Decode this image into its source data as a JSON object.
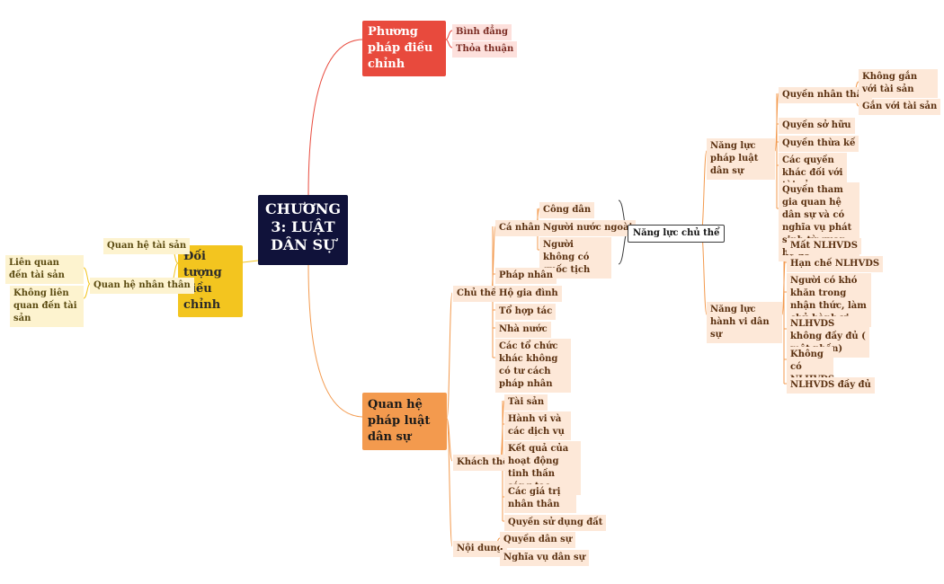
{
  "root": "CHƯƠNG 3: LUẬT DÂN SỰ",
  "phuong_phap": {
    "label": "Phương pháp điều chỉnh",
    "items": [
      "Bình đẳng",
      "Thỏa thuận"
    ]
  },
  "doi_tuong": {
    "label": "Đối tượng điều chỉnh",
    "tai_san": "Quan hệ tài sản",
    "nhan_than": "Quan hệ nhân thân",
    "nhan_than_children": [
      "Liên quan đến tài sản",
      "Không liên quan đến tài sản"
    ]
  },
  "quan_he": {
    "label": "Quan hệ pháp luật dân sự",
    "chu_the": {
      "label": "Chủ thể",
      "ca_nhan": "Cá nhân",
      "ca_nhan_children": [
        "Công dân",
        "Người nước ngoài",
        "Người không có quốc tịch"
      ],
      "others": [
        "Pháp nhân",
        "Hộ gia đình",
        "Tổ hợp tác",
        "Nhà nước",
        "Các tổ chức khác không có tư cách pháp nhân"
      ]
    },
    "nang_luc_chu_the": "Năng lực chủ thể",
    "nang_luc_phap_luat": {
      "label": "Năng lực pháp luật dân sự",
      "quyen_nhan_than": "Quyền nhân thân",
      "quyen_nhan_than_children": [
        "Không gắn với tài sản",
        "Gắn với tài sản"
      ],
      "others": [
        "Quyền sở hữu",
        "Quyền thừa kế",
        "Các quyền khác đối với tài sản",
        "Quyền tham gia quan hệ dân sự và có nghĩa vụ phát sinh từ quan hệ đó"
      ]
    },
    "nang_luc_hanh_vi": {
      "label": "Năng lực hành vi dân sự",
      "items": [
        "Mất NLHVDS",
        "Hạn chế NLHVDS",
        "Người có khó khăn trong nhận thức, làm chủ hành vi",
        "NLHVDS không đầy đủ ( một phần)",
        "Không có NLHVDS",
        "NLHVDS đầy đủ"
      ]
    },
    "khach_the": {
      "label": "Khách thể",
      "items": [
        "Tài sản",
        "Hành vi và các dịch vụ",
        "Kết quả của hoạt động tinh thần sáng tạo",
        "Các giá trị nhân thân",
        "Quyền sử dụng đất"
      ]
    },
    "noi_dung": {
      "label": "Nội dung",
      "items": [
        "Quyền dân sự",
        "Nghĩa vụ dân sự"
      ]
    }
  },
  "colors": {
    "red_branch": "#e84a3d",
    "orange_branch": "#f39a4e",
    "yellow_branch": "#f3c51f",
    "root": "#10123a"
  }
}
